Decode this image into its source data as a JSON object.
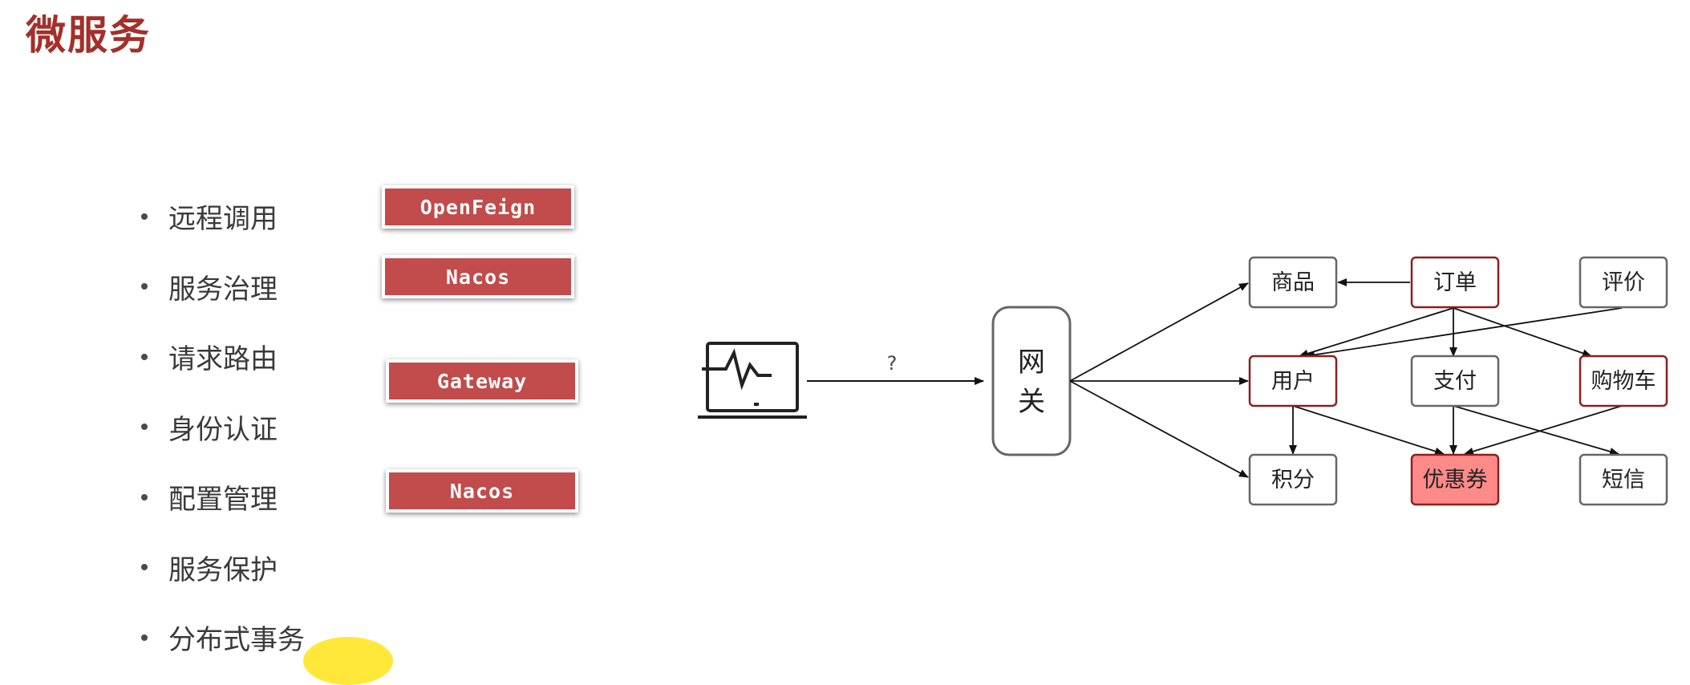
{
  "title": "微服务",
  "bullets": [
    "远程调用",
    "服务治理",
    "请求路由",
    "身份认证",
    "配置管理",
    "服务保护",
    "分布式事务"
  ],
  "tags": [
    "OpenFeign",
    "Nacos",
    "Gateway",
    "Nacos"
  ],
  "diagram": {
    "client_icon": "monitor-pulse-icon",
    "question": "?",
    "gateway": [
      "网",
      "关"
    ],
    "nodes": {
      "goods": "商品",
      "order": "订单",
      "review": "评价",
      "user": "用户",
      "pay": "支付",
      "cart": "购物车",
      "points": "积分",
      "coupon": "优惠券",
      "sms": "短信"
    },
    "colors": {
      "accent": "#a3302a",
      "tag_fill": "#c24b4b",
      "highlight_border": "#8b2020",
      "coupon_fill": "#ff8a8a",
      "default_border": "#666666"
    }
  }
}
